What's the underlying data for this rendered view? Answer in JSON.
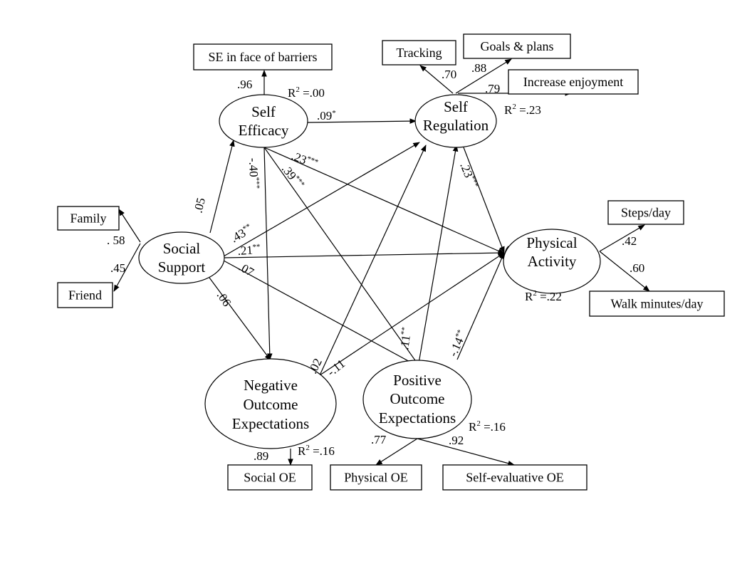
{
  "diagram": {
    "type": "structural-equation-model",
    "latent_variables": [
      {
        "id": "SE",
        "lines": [
          "Self",
          "Efficacy"
        ],
        "r2": "R2 =.00"
      },
      {
        "id": "SR",
        "lines": [
          "Self",
          "Regulation"
        ],
        "r2": "R2 =.23"
      },
      {
        "id": "SS",
        "lines": [
          "Social",
          "Support"
        ],
        "r2": ""
      },
      {
        "id": "PA",
        "lines": [
          "Physical",
          "Activity"
        ],
        "r2": "R2 =.22"
      },
      {
        "id": "NOE",
        "lines": [
          "Negative",
          "Outcome",
          "Expectations"
        ],
        "r2": "R2 =.16"
      },
      {
        "id": "POE",
        "lines": [
          "Positive",
          "Outcome",
          "Expectations"
        ],
        "r2": "R2 =.16"
      }
    ],
    "r2_labels": {
      "SE": {
        "prefix": "R",
        "sup": "2",
        "value": " =.00"
      },
      "SR": {
        "prefix": "R",
        "sup": "2",
        "value": " =.23"
      },
      "PA": {
        "prefix": "R",
        "sup": "2",
        "value": " =.22"
      },
      "NOE": {
        "prefix": "R",
        "sup": "2",
        "value": " =.16"
      },
      "POE": {
        "prefix": "R",
        "sup": "2",
        "value": " =.16"
      }
    },
    "indicators": [
      {
        "id": "seb",
        "label": "SE in face of barriers",
        "factor": "SE",
        "loading": ".96"
      },
      {
        "id": "trk",
        "label": "Tracking",
        "factor": "SR",
        "loading": ".70"
      },
      {
        "id": "gp",
        "label": "Goals & plans",
        "factor": "SR",
        "loading": ".88"
      },
      {
        "id": "ie",
        "label": "Increase enjoyment",
        "factor": "SR",
        "loading": ".79"
      },
      {
        "id": "fam",
        "label": "Family",
        "factor": "SS",
        "loading": ". 58"
      },
      {
        "id": "frd",
        "label": "Friend",
        "factor": "SS",
        "loading": ".45"
      },
      {
        "id": "spd",
        "label": "Steps/day",
        "factor": "PA",
        "loading": ".42"
      },
      {
        "id": "wmd",
        "label": "Walk minutes/day",
        "factor": "PA",
        "loading": ".60"
      },
      {
        "id": "soe",
        "label": "Social OE",
        "factor": "NOE",
        "loading": ".89"
      },
      {
        "id": "poe",
        "label": "Physical OE",
        "factor": "POE",
        "loading": ".77"
      },
      {
        "id": "seoe",
        "label": "Self-evaluative OE",
        "factor": "POE",
        "loading": ".92"
      }
    ],
    "paths": [
      {
        "from": "SS",
        "to": "SE",
        "coef": ".05",
        "sig": ""
      },
      {
        "from": "SE",
        "to": "SR",
        "coef": ".09",
        "sig": "*"
      },
      {
        "from": "SE",
        "to": "NOE",
        "coef": "-.40",
        "sig": "***"
      },
      {
        "from": "SE",
        "to": "PA",
        "coef": ".23",
        "sig": "***"
      },
      {
        "from": "SE",
        "to": "POE",
        "coef": ".39",
        "sig": "***"
      },
      {
        "from": "SS",
        "to": "SR",
        "coef": ".43",
        "sig": "**"
      },
      {
        "from": "SS",
        "to": "PA",
        "coef": ".21",
        "sig": "**"
      },
      {
        "from": "SS",
        "to": "POE",
        "coef": ".07",
        "sig": ""
      },
      {
        "from": "SS",
        "to": "NOE",
        "coef": ".06",
        "sig": ""
      },
      {
        "from": "SR",
        "to": "PA",
        "coef": ".23",
        "sig": "***"
      },
      {
        "from": "NOE",
        "to": "SR",
        "coef": ".02",
        "sig": ""
      },
      {
        "from": "NOE",
        "to": "PA",
        "coef": "-.11",
        "sig": ""
      },
      {
        "from": "POE",
        "to": "SR",
        "coef": ".11",
        "sig": "**"
      },
      {
        "from": "POE",
        "to": "PA",
        "coef": "-.14",
        "sig": "**"
      }
    ]
  }
}
